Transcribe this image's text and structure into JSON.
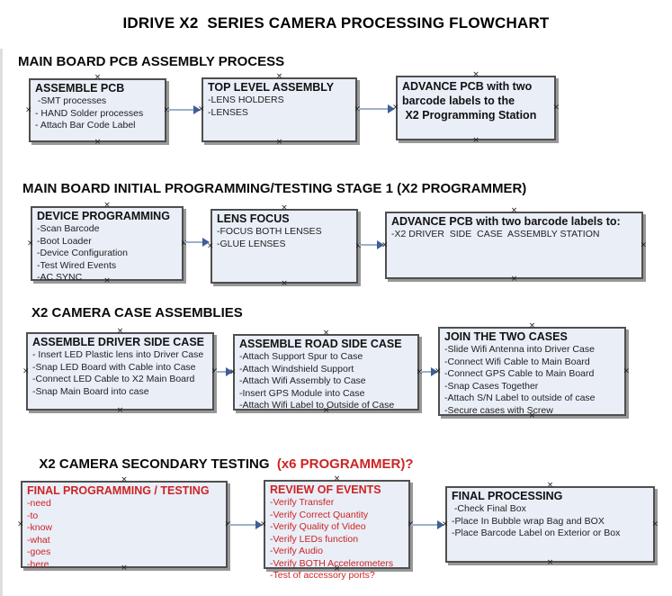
{
  "title": "IDRIVE X2  SERIES CAMERA PROCESSING FLOWCHART",
  "colors": {
    "box_fill": "#e9eef7",
    "box_border": "#4f4f4f",
    "box_shadow": "#989898",
    "arrow_line": "#9cb0ca",
    "arrow_head": "#3f5e96",
    "red_text": "#cc2424",
    "heading_text": "#0a0a0a"
  },
  "icons": {
    "connection_point": "×",
    "arrow_head": "right-triangle"
  },
  "sections": [
    {
      "heading": "MAIN BOARD PCB ASSEMBLY PROCESS",
      "boxes": [
        {
          "title": "ASSEMBLE PCB",
          "items": [
            " -SMT processes",
            "- HAND Solder processes",
            "- Attach Bar Code Label"
          ]
        },
        {
          "title": "TOP LEVEL ASSEMBLY",
          "items": [
            "-LENS HOLDERS",
            "-LENSES"
          ]
        },
        {
          "bold_lines": [
            "ADVANCE PCB with two",
            "barcode labels to the",
            " X2 Programming Station"
          ]
        }
      ]
    },
    {
      "heading": "MAIN BOARD INITIAL PROGRAMMING/TESTING STAGE 1 (X2 PROGRAMMER)",
      "boxes": [
        {
          "title": "DEVICE PROGRAMMING",
          "items": [
            "-Scan Barcode",
            "-Boot Loader",
            "-Device Configuration",
            "-Test Wired Events",
            "-AC SYNC"
          ]
        },
        {
          "title": "LENS FOCUS",
          "items": [
            "-FOCUS BOTH LENSES",
            "-GLUE LENSES"
          ]
        },
        {
          "title": "ADVANCE PCB with two barcode labels to:",
          "items": [
            "-X2 DRIVER  SIDE  CASE  ASSEMBLY STATION"
          ]
        }
      ]
    },
    {
      "heading": "X2 CAMERA CASE ASSEMBLIES",
      "boxes": [
        {
          "title": "ASSEMBLE DRIVER SIDE CASE",
          "items": [
            "- Insert LED Plastic lens into Driver Case",
            "-Snap LED Board with Cable into Case",
            "-Connect LED Cable to X2 Main Board",
            "-Snap Main Board into case"
          ]
        },
        {
          "title": "ASSEMBLE ROAD SIDE CASE",
          "items": [
            "-Attach Support Spur to Case",
            "-Attach Windshield Support",
            "-Attach Wifi Assembly to Case",
            "-Insert GPS Module into Case",
            "-Attach Wifi Label to Outside of Case"
          ]
        },
        {
          "title": "JOIN THE TWO CASES",
          "items": [
            "-Slide Wifi Antenna into Driver Case",
            "-Connect Wifi Cable to Main Board",
            "-Connect GPS Cable to Main Board",
            "-Snap Cases Together",
            "-Attach S/N Label to outside of case",
            "-Secure cases with Screw"
          ]
        }
      ]
    },
    {
      "heading": "X2 CAMERA SECONDARY TESTING  ",
      "heading_suffix": "(x6 PROGRAMMER)?",
      "boxes": [
        {
          "title": "FINAL PROGRAMMING / TESTING",
          "items": [
            "-need",
            "-to",
            "-know",
            "-what",
            "-goes",
            "-here"
          ]
        },
        {
          "title": "REVIEW OF EVENTS",
          "items": [
            "-Verify Transfer",
            "-Verify Correct Quantity",
            "-Verify Quality of Video",
            "-Verify LEDs function",
            "-Verify Audio",
            "-Verify BOTH Accelerometers",
            "-Test of accessory ports?"
          ]
        },
        {
          "title": "FINAL PROCESSING",
          "items": [
            " -Check Final Box",
            "-Place In Bubble wrap Bag and BOX",
            "-Place Barcode Label on Exterior or Box"
          ]
        }
      ]
    }
  ]
}
